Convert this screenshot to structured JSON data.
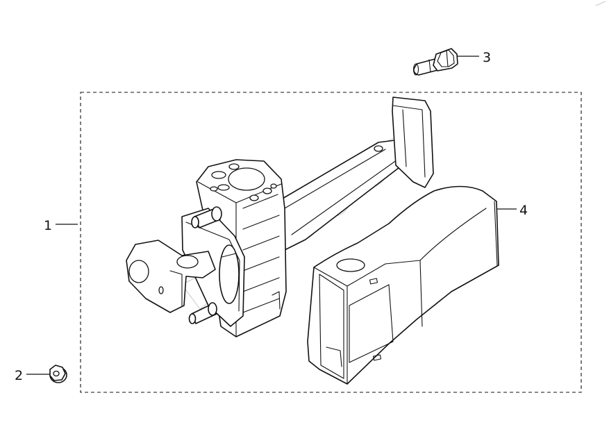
{
  "diagram": {
    "callouts": [
      {
        "id": "1",
        "label": "1",
        "part": "door-check-strap-kit"
      },
      {
        "id": "2",
        "label": "2",
        "part": "flange-nut"
      },
      {
        "id": "3",
        "label": "3",
        "part": "flange-bolt"
      },
      {
        "id": "4",
        "label": "4",
        "part": "check-strap-cover"
      }
    ],
    "kit_boundary": "dashed",
    "line_color": "#111111",
    "background": "#ffffff"
  }
}
